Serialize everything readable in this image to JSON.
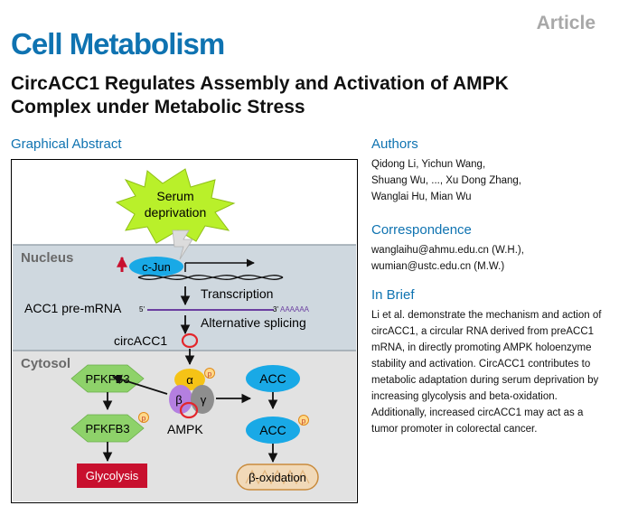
{
  "header": {
    "article_label": "Article",
    "journal": "Cell Metabolism",
    "title": "CircACC1 Regulates Assembly and Activation of AMPK Complex under Metabolic Stress"
  },
  "graphical_abstract": {
    "heading": "Graphical Abstract",
    "serum_line1": "Serum",
    "serum_line2": "deprivation",
    "nucleus": "Nucleus",
    "cjun": "c-Jun",
    "transcription": "Transcription",
    "pre_mrna": "ACC1 pre-mRNA",
    "five_prime": "5'",
    "three_prime": "3'",
    "polya": "AAAAAA",
    "splicing": "Alternative splicing",
    "circacc1": "circACC1",
    "cytosol": "Cytosol",
    "pfkfb3_top": "PFKFB3",
    "pfkfb3_bottom": "PFKFB3",
    "glycolysis": "Glycolysis",
    "alpha": "α",
    "beta": "β",
    "gamma": "γ",
    "ampk": "AMPK",
    "acc_top": "ACC",
    "acc_bottom": "ACC",
    "beta_oxidation": "β-oxidation",
    "p": "p"
  },
  "authors": {
    "heading": "Authors",
    "line1": "Qidong Li, Yichun Wang,",
    "line2": "Shuang Wu, ..., Xu Dong Zhang,",
    "line3": "Wanglai Hu, Mian Wu"
  },
  "correspondence": {
    "heading": "Correspondence",
    "line1": "wanglaihu@ahmu.edu.cn (W.H.),",
    "line2": "wumian@ustc.edu.cn (M.W.)"
  },
  "brief": {
    "heading": "In Brief",
    "text": "Li et al. demonstrate the mechanism and action of circACC1, a circular RNA derived from preACC1 mRNA, in directly promoting AMPK holoenzyme stability and activation. CircACC1 contributes to metabolic adaptation during serum deprivation by increasing glycolysis and beta-oxidation. Additionally, increased circACC1 may act as a tumor promoter in colorectal cancer."
  },
  "colors": {
    "journal_blue": "#0f73b1",
    "nucleus_bg": "#cfd8df",
    "cytosol_bg": "#e2e2e2",
    "burst_green": "#b9f02a",
    "pfkfb3_green": "#8ed26a",
    "acc_blue": "#19a9e6",
    "alpha_yellow": "#f5c316",
    "beta_purple": "#b47fe0",
    "gamma_grey": "#8e8e8e",
    "glycolysis_red": "#c8102e",
    "circ_red": "#e3262b",
    "mrna_purple": "#6b3fa0"
  }
}
